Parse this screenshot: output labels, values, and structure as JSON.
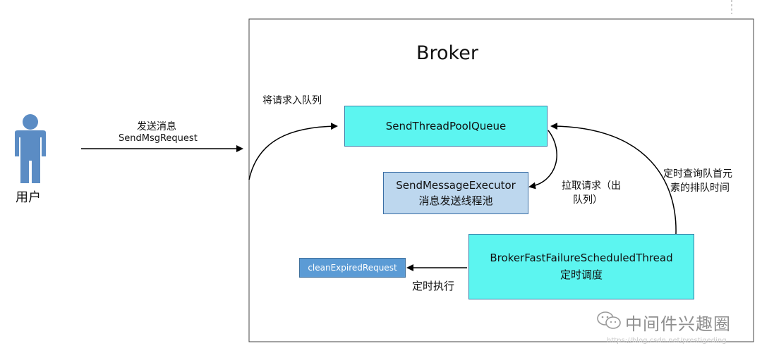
{
  "user": {
    "label": "用户"
  },
  "send_arrow": {
    "line1": "发送消息",
    "line2": "SendMsgRequest"
  },
  "broker": {
    "title": "Broker"
  },
  "enqueue": {
    "label": "将请求入队列"
  },
  "queue": {
    "label": "SendThreadPoolQueue"
  },
  "executor": {
    "line1": "SendMessageExecutor",
    "line2": "消息发送线程池"
  },
  "pull": {
    "line1": "拉取请求（出",
    "line2": "队列）"
  },
  "periodic_check": {
    "line1": "定时查询队首元",
    "line2": "素的排队时间"
  },
  "scheduler": {
    "line1": "BrokerFastFailureScheduledThread",
    "line2": "定时调度"
  },
  "timed_exec": {
    "label": "定时执行"
  },
  "clean": {
    "label": "cleanExpiredRequest"
  },
  "watermark": {
    "brand": "中间件兴趣圈",
    "url": "https://blog.csdn.net/prestigeding"
  },
  "colors": {
    "queue_fill": "#5cf5f0",
    "scheduler_fill": "#5cf5f0",
    "executor_fill": "#bdd7ee",
    "clean_fill": "#5b9bd5",
    "user_icon": "#5b8cc4"
  }
}
